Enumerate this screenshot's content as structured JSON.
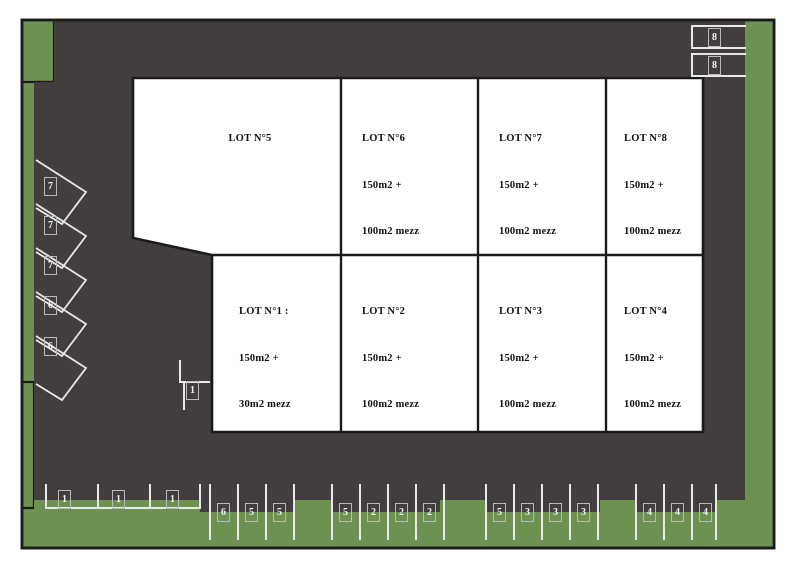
{
  "plan": {
    "title": "Site plan - commercial lots and parking layout",
    "colors": {
      "asphalt": "#433E3E",
      "green": "#6C9151",
      "building_fill": "#FFFFFF",
      "outline": "#1C1A1A",
      "bay_line": "#E8E8E8",
      "bay_number_text": "#F2F2F2",
      "page_background": "#FFFFFF"
    },
    "lots": [
      {
        "id": "lot-5",
        "name": "LOT N°5",
        "area_line_1": "",
        "area_line_2": "",
        "row": "top"
      },
      {
        "id": "lot-6",
        "name": "LOT N°6",
        "area_line_1": "150m2 +",
        "area_line_2": "100m2 mezz",
        "row": "top"
      },
      {
        "id": "lot-7",
        "name": "LOT N°7",
        "area_line_1": "150m2 +",
        "area_line_2": "100m2 mezz",
        "row": "top"
      },
      {
        "id": "lot-8",
        "name": "LOT N°8",
        "area_line_1": "150m2 +",
        "area_line_2": "100m2 mezz",
        "row": "top"
      },
      {
        "id": "lot-1",
        "name": "LOT N°1 :",
        "area_line_1": "150m2 +",
        "area_line_2": "30m2 mezz",
        "row": "bottom"
      },
      {
        "id": "lot-2",
        "name": "LOT N°2",
        "area_line_1": "150m2 +",
        "area_line_2": "100m2 mezz",
        "row": "bottom"
      },
      {
        "id": "lot-3",
        "name": "LOT N°3",
        "area_line_1": "150m2 +",
        "area_line_2": "100m2 mezz",
        "row": "bottom"
      },
      {
        "id": "lot-4",
        "name": "LOT N°4",
        "area_line_1": "150m2 +",
        "area_line_2": "100m2 mezz",
        "row": "bottom"
      }
    ],
    "parking": {
      "top_right_bays": [
        {
          "label": "8"
        },
        {
          "label": "8"
        }
      ],
      "left_diagonal_bays": [
        {
          "label": "7"
        },
        {
          "label": "7"
        },
        {
          "label": "7"
        },
        {
          "label": "6"
        },
        {
          "label": "6"
        }
      ],
      "interior_bay": {
        "label": "1"
      },
      "bottom_bays": [
        {
          "label": "1"
        },
        {
          "label": "1"
        },
        {
          "label": "1"
        },
        {
          "label": "6"
        },
        {
          "label": "5"
        },
        {
          "label": "5"
        },
        {
          "label": "5"
        },
        {
          "label": "2"
        },
        {
          "label": "2"
        },
        {
          "label": "2"
        },
        {
          "label": "5"
        },
        {
          "label": "3"
        },
        {
          "label": "3"
        },
        {
          "label": "3"
        },
        {
          "label": "4"
        },
        {
          "label": "4"
        },
        {
          "label": "4"
        }
      ]
    }
  }
}
